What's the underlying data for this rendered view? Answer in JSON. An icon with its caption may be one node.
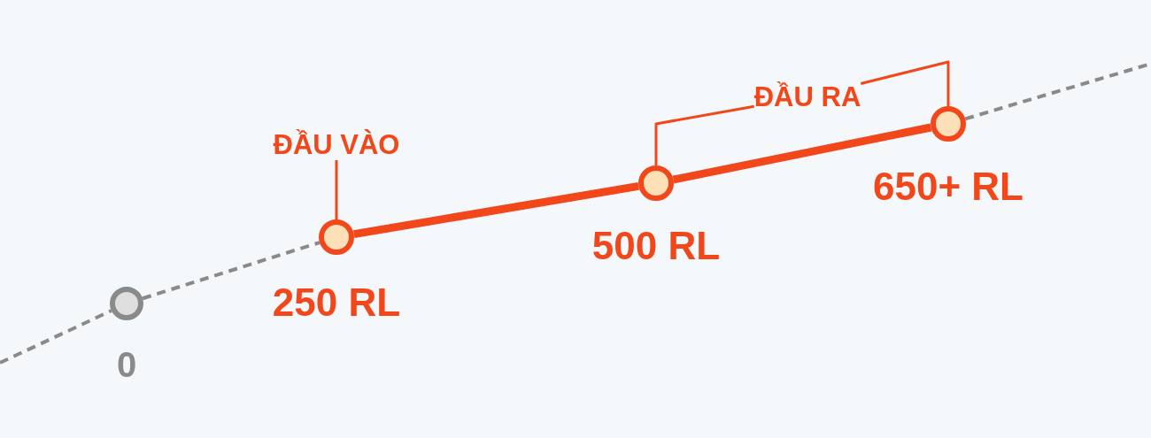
{
  "diagram": {
    "nodes": [
      {
        "text": [],
        "shape": "circle",
        "beside": [
          "0"
        ]
      },
      {
        "text": [],
        "shape": "circle",
        "beside": [
          "250 RL"
        ]
      },
      {
        "text": [],
        "shape": "circle",
        "beside": [
          "500 RL"
        ]
      },
      {
        "text": [],
        "shape": "circle",
        "beside": [
          "650+ RL"
        ]
      },
      {
        "text": [
          "ĐẦU VÀO"
        ]
      },
      {
        "text": [
          "ĐẦU RA"
        ]
      }
    ],
    "edges": [
      {
        "from": null,
        "to": 0,
        "arrow": "none",
        "style": "dashed",
        "color": "#8a8a8a"
      },
      {
        "from": 0,
        "to": 1,
        "arrow": "none",
        "style": "dashed",
        "color": "#8a8a8a"
      },
      {
        "from": 1,
        "to": 2,
        "arrow": "none",
        "style": "thick"
      },
      {
        "from": 2,
        "to": 3,
        "arrow": "none",
        "style": "thick"
      },
      {
        "from": 3,
        "to": null,
        "arrow": "none",
        "style": "dashed",
        "color": "#8a8a8a"
      },
      {
        "from": 4,
        "to": 1,
        "arrow": "none"
      },
      {
        "from": 5,
        "to": 2,
        "arrow": "none"
      },
      {
        "from": 5,
        "to": 3,
        "arrow": "none"
      }
    ]
  }
}
